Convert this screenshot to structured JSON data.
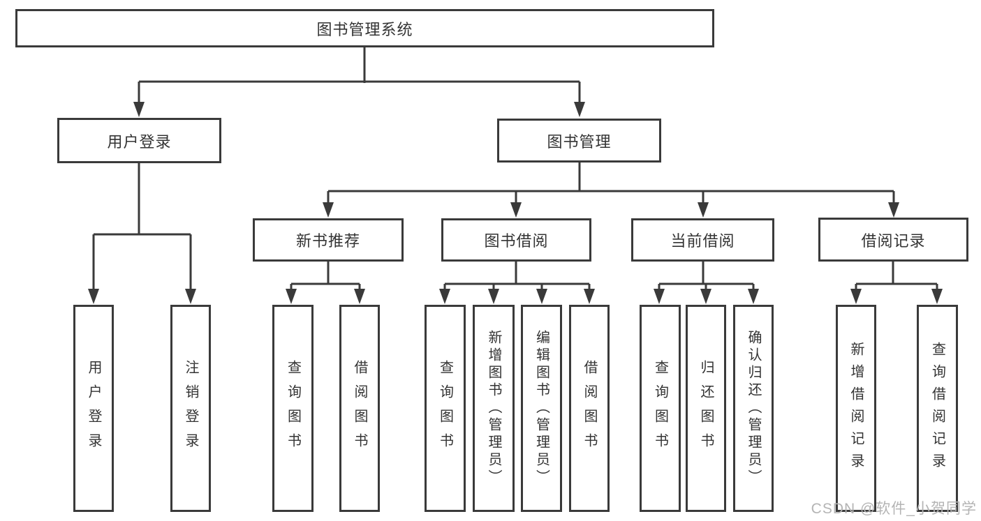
{
  "diagram": {
    "root": {
      "label": "图书管理系统"
    },
    "branches": [
      {
        "label": "用户登录",
        "children": [
          {
            "label": "用户登录"
          },
          {
            "label": "注销登录"
          }
        ]
      },
      {
        "label": "图书管理",
        "children": [
          {
            "label": "新书推荐",
            "children": [
              {
                "label": "查询图书"
              },
              {
                "label": "借阅图书"
              }
            ]
          },
          {
            "label": "图书借阅",
            "children": [
              {
                "label": "查询图书"
              },
              {
                "label": "新增图书（管理员）"
              },
              {
                "label": "编辑图书（管理员）"
              },
              {
                "label": "借阅图书"
              }
            ]
          },
          {
            "label": "当前借阅",
            "children": [
              {
                "label": "查询图书"
              },
              {
                "label": "归还图书"
              },
              {
                "label": "确认归还（管理员）"
              }
            ]
          },
          {
            "label": "借阅记录",
            "children": [
              {
                "label": "新增借阅记录"
              },
              {
                "label": "查询借阅记录"
              }
            ]
          }
        ]
      }
    ],
    "line_color": "#3a3a3a",
    "text_color": "#333333",
    "box_background": "#ffffff"
  },
  "watermark": {
    "text": "CSDN @软件_小贺同学",
    "color": "#b4b4b4"
  }
}
